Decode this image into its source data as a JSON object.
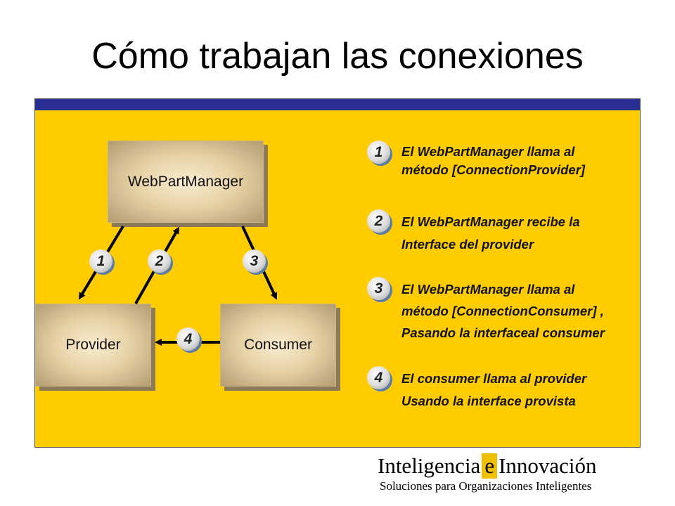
{
  "title": "Cómo trabajan las conexiones",
  "boxes": {
    "webpartmanager": "WebPartManager",
    "provider": "Provider",
    "consumer": "Consumer"
  },
  "diagram_numbers": [
    "1",
    "2",
    "3",
    "4"
  ],
  "steps": [
    {
      "num": "1",
      "line1": "El WebPartManager llama al",
      "line2": "método [ConnectionProvider]",
      "line3": ""
    },
    {
      "num": "2",
      "line1": "El WebPartManager recibe la",
      "line2": "Interface del provider",
      "line3": ""
    },
    {
      "num": "3",
      "line1": "El WebPartManager llama al",
      "line2": "método [ConnectionConsumer] ,",
      "line3": "Pasando la interfaceal consumer"
    },
    {
      "num": "4",
      "line1": "El consumer llama al provider",
      "line2": "Usando la interface provista",
      "line3": ""
    }
  ],
  "footer": {
    "brand_left": "Inteligencia",
    "brand_mid": "e",
    "brand_right": "Innovación",
    "tagline": "Soluciones para Organizaciones Inteligentes"
  },
  "colors": {
    "panel": "#ffcc00",
    "panel_bar": "#2a2e93",
    "shadow": "#5b7ca8"
  }
}
